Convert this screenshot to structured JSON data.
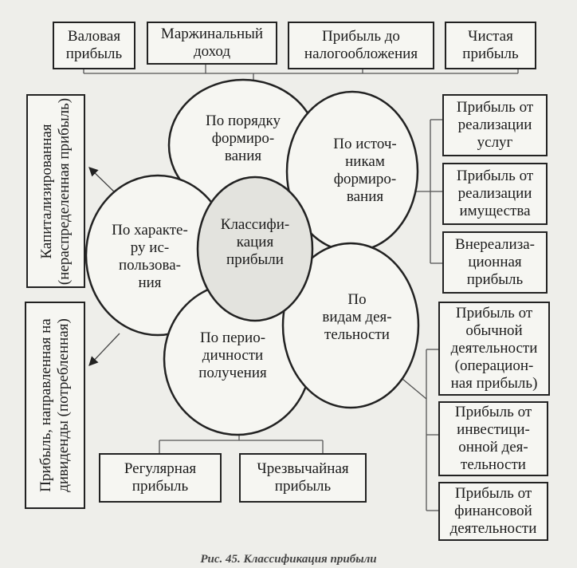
{
  "top_boxes": [
    "Валовая\nприбыль",
    "Маржинальный\nдоход",
    "Прибыль до\nналогообложения",
    "Чистая\nприбыль"
  ],
  "left_boxes": [
    "Капитализированная\n(нераспределенная прибыль)",
    "Прибыль, направленная на\nдивиденды (потребленная)"
  ],
  "right_boxes": [
    "Прибыль от\nреализации\nуслуг",
    "Прибыль от\nреализации\nимущества",
    "Внереализа-\nционная\nприбыль",
    "Прибыль от\nобычной\nдеятельности\n(операцион-\nная прибыль)",
    "Прибыль от\nинвестици-\nонной дея-\nтельности",
    "Прибыль от\nфинансовой\nдеятельности"
  ],
  "bottom_boxes": [
    "Регулярная\nприбыль",
    "Чрезвычайная\nприбыль"
  ],
  "ellipses": {
    "center": "Классифи-\nкация\nприбыли",
    "top": "По порядку\nформиро-\nвания",
    "right_top": "По источ-\nникам\nформиро-\nвания",
    "left": "По характе-\nру ис-\nпользова-\nния",
    "bottom": "По перио-\nдичности\nполучения",
    "right_bottom": "По\nвидам дея-\nтельности"
  },
  "caption": "Рис. 45. Классификация прибыли"
}
